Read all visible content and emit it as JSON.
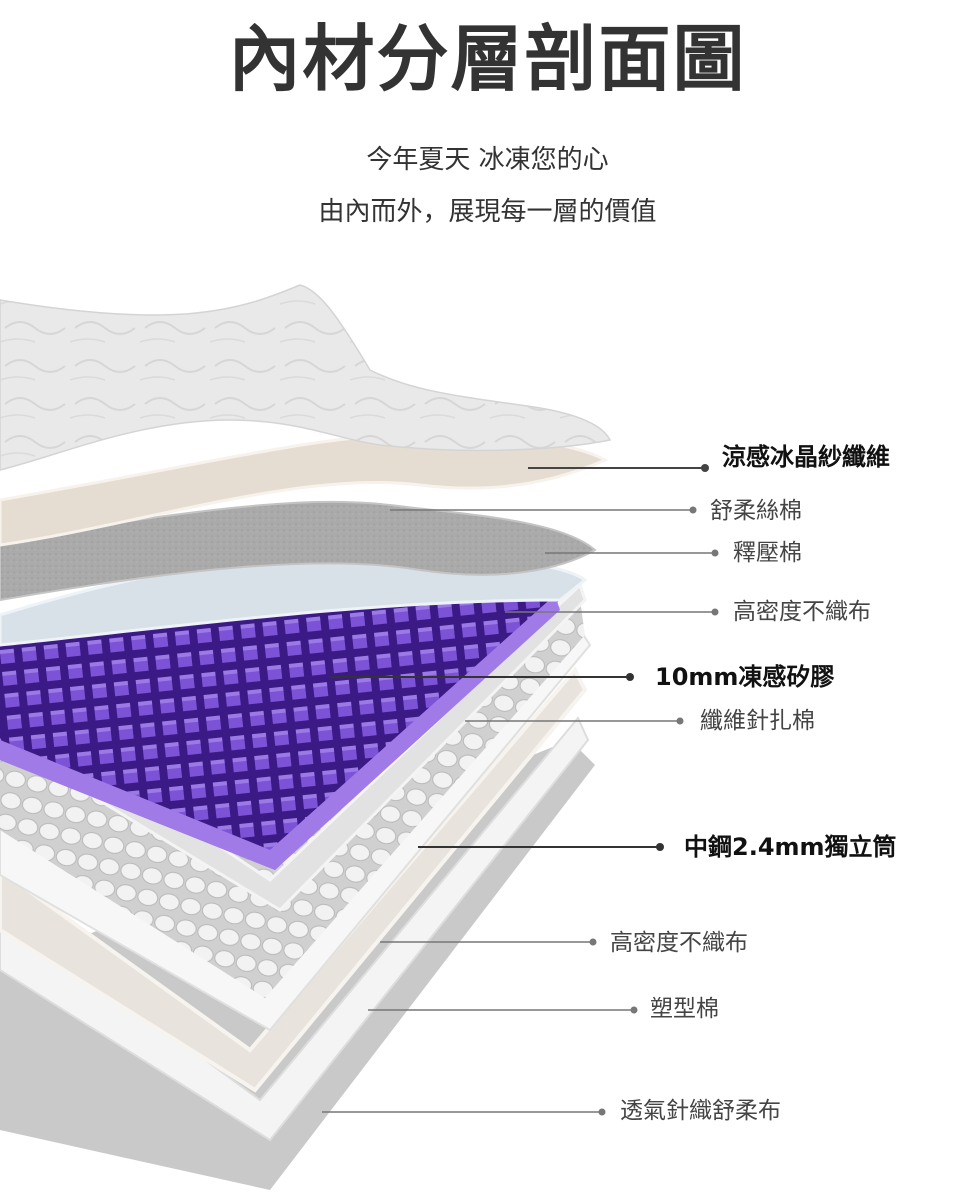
{
  "header": {
    "title": "內材分層剖面圖",
    "subtitle_line1": "今年夏天 冰凍您的心",
    "subtitle_line2": "由內而外，展現每一層的價值"
  },
  "layers": [
    {
      "label": "涼感冰晶紗纖維",
      "emphasis": true
    },
    {
      "label": "舒柔絲棉",
      "emphasis": false
    },
    {
      "label": "釋壓棉",
      "emphasis": false
    },
    {
      "label": "高密度不織布",
      "emphasis": false
    },
    {
      "label": "10mm凍感矽膠",
      "emphasis": true
    },
    {
      "label": "纖維針扎棉",
      "emphasis": false
    },
    {
      "label": "中鋼2.4mm獨立筒",
      "emphasis": true
    },
    {
      "label": "高密度不織布",
      "emphasis": false
    },
    {
      "label": "塑型棉",
      "emphasis": false
    },
    {
      "label": "透氣針織舒柔布",
      "emphasis": false
    }
  ],
  "colors": {
    "text": "#333333",
    "gel_purple": "#7a4fd0",
    "gel_grid": "#3c1a86",
    "leader_line": "#444444"
  }
}
